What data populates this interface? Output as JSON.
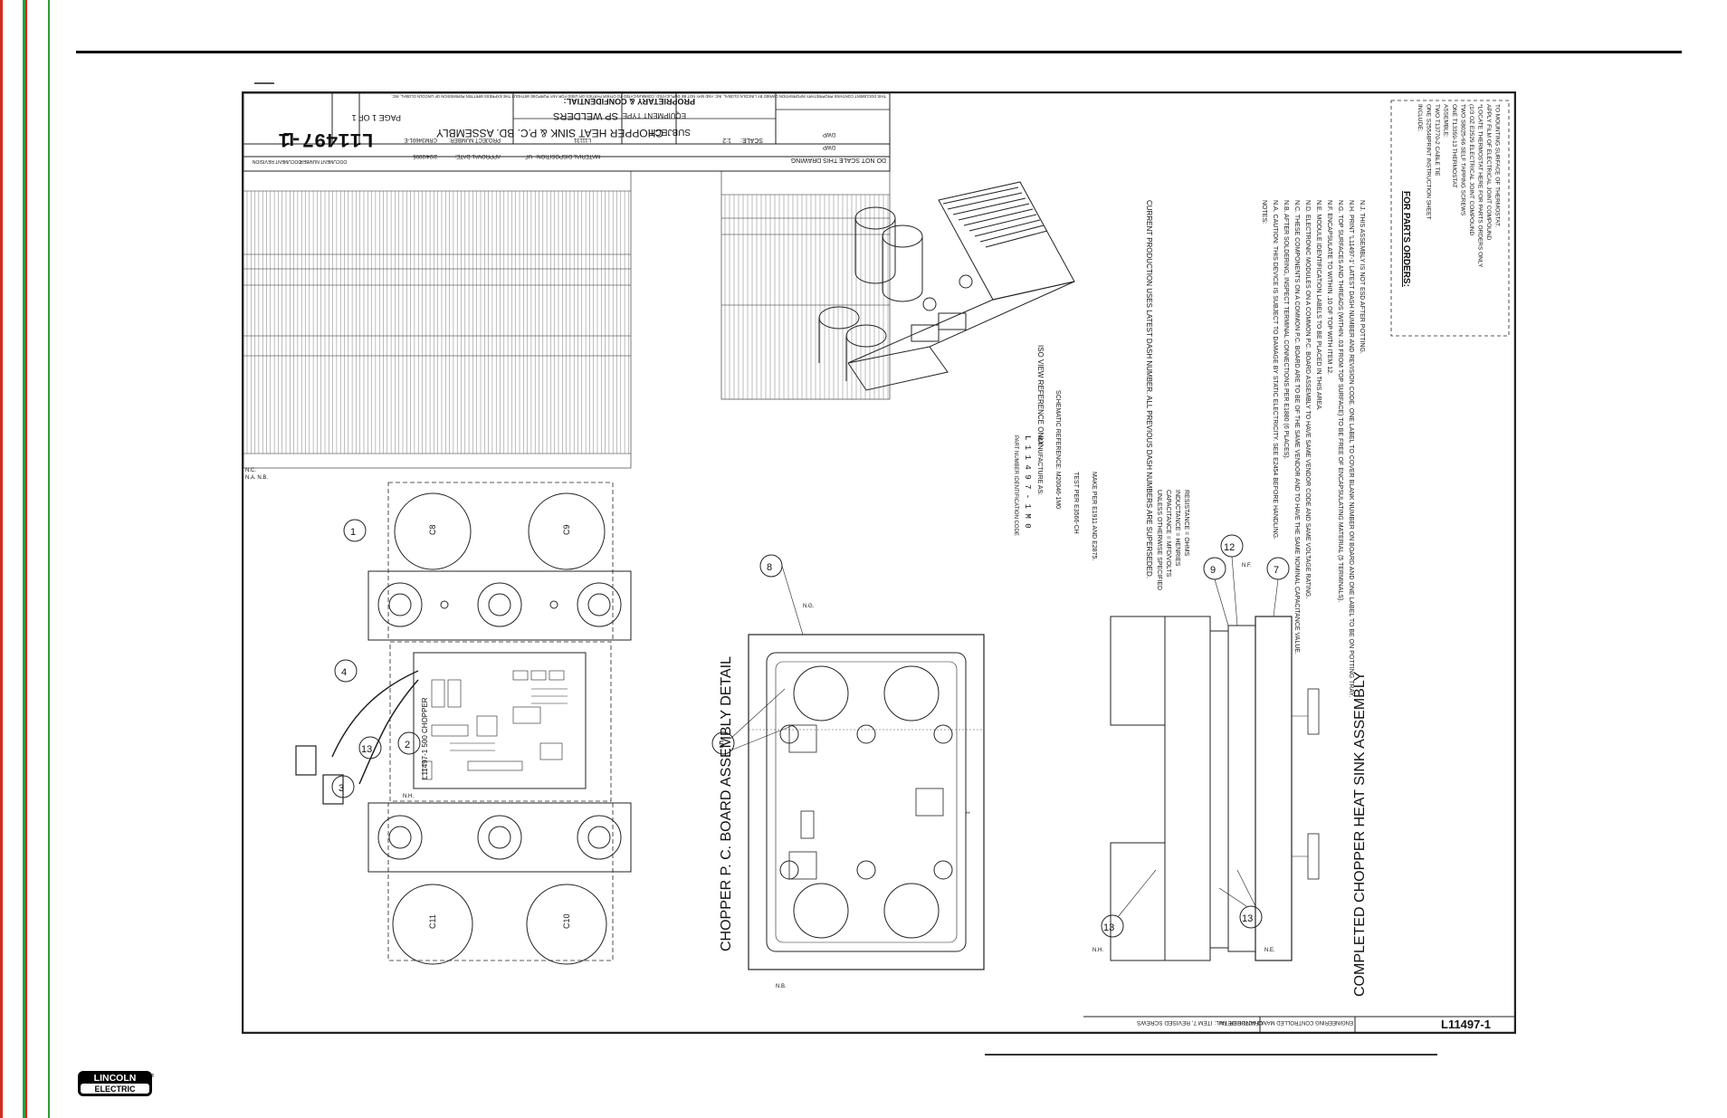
{
  "brand": {
    "line1": "LINCOLN",
    "line2": "ELECTRIC",
    "mark": "®"
  },
  "drawing": {
    "doc_number": "L11497-1",
    "bottom_doc_number": "L11497-1",
    "revision": "L",
    "page": "PAGE  1  OF  1",
    "title_block": {
      "proprietary": "PROPRIETARY & CONFIDENTIAL:",
      "proprietary_text": "THIS DOCUMENT CONTAINS PROPRIETARY INFORMATION OWNED BY LINCOLN GLOBAL, INC. AND MAY NOT BE DUPLICATED, COMMUNICATED TO OTHER PARTIES OR USED FOR ANY PURPOSE WITHOUT THE EXPRESS WRITTEN PERMISSION OF LINCOLN GLOBAL, INC.",
      "equipment_type": "SP WELDERS",
      "equipment_label": "EQUIPMENT TYPE",
      "subject_label": "SUBJECT:",
      "subject": "CHOPPER HEAT SINK & P.C. BD. ASSEMBLY",
      "scale_label": "SCALE:",
      "scale": "1:2",
      "material_label": "MATERIAL DISPOSITION:",
      "material": "UF",
      "approval_label": "APPROVAL DATE:",
      "approval": "2/24/2005",
      "project_label": "PROJECT NUMBER:",
      "project": "CRM34691-E",
      "reference": "L11131",
      "do_not_scale": "DO NOT SCALE THIS DRAWING",
      "drawn": "DWP",
      "engineer": "DWP",
      "sheet_label": "DOCUMENT NUMBER",
      "revision_label": "DOCUMENT REVISION"
    },
    "titles": {
      "detail": "CHOPPER P. C. BOARD ASSEMBLY DETAIL",
      "completed": "COMPLETED CHOPPER HEAT SINK ASSEMBLY",
      "iso": "ISO VIEW REFERENCE ONLY"
    },
    "balloons": [
      "1",
      "2",
      "3",
      "4",
      "5",
      "7",
      "8",
      "9",
      "12",
      "13",
      "13",
      "13"
    ],
    "board_label": "L11497-1 500 CHOPPER",
    "capacitors": [
      "C8",
      "C9",
      "C11",
      "C10"
    ],
    "notes": {
      "make": "MAKE PER E1911 AND E2875.",
      "test": "TEST PER E3566-CH",
      "schematic": "SCHEMATIC REFERENCE: M20046-1M0",
      "manufacture": "MANUFACTURE AS:",
      "code": "L 1 1 4 9 7 - 1 M 0",
      "code_caption": "PART NUMBER   IDENTIFICATION CODE",
      "header": "NOTES:",
      "list": [
        "N.A.  CAUTION: THIS DEVICE IS SUBJECT TO DAMAGE BY STATIC ELECTRICITY. SEE E2454 BEFORE HANDLING.",
        "N.B.  AFTER SOLDERING, INSPECT TERMINAL CONNECTIONS PER E1880 (6 PLACES).",
        "N.C.  THESE COMPONENTS ON A COMMON P.C. BOARD ARE TO BE OF THE SAME VENDOR AND TO HAVE THE SAME NOMINAL CAPACITANCE VALUE.",
        "N.D.  ELECTRONIC MODULES ON A COMMON P.C. BOARD ASSEMBLY TO HAVE SAME VENDOR CODE AND SAME VOLTAGE RATING.",
        "N.E.  MODULE IDENTIFICATION LABELS TO BE PLACED IN THIS AREA.",
        "N.F.  ENCAPSULATE TO WITHIN .10 OF TOP WITH ITEM 12.",
        "N.G.  TOP SURFACES AND THREADS (WITHIN .03 FROM TOP SURFACE) TO BE FREE OF ENCAPSULATING MATERIAL (5 TERMINALS).",
        "N.H.  PRINT 'L11497-1' LATEST DASH NUMBER AND REVISION CODE. ONE LABEL TO COVER BLANK NUMBER ON BOARD AND ONE LABEL TO BE ON POTTING TRAY.",
        "N.J.  THIS ASSEMBLY IS NOT ESD AFTER POTTING."
      ],
      "current": "CURRENT PRODUCTION USES LATEST DASH NUMBER. ALL PREVIOUS DASH NUMBERS ARE SUPERSEDED.",
      "units": [
        "UNLESS OTHERWISE SPECIFIED",
        "CAPACITANCE  = MFD/VOLTS",
        "INDUCTANCE   = HENRIES",
        "RESISTANCE   = OHMS"
      ]
    },
    "parts_orders": {
      "header": "FOR PARTS ORDERS:",
      "lines": [
        "INCLUDE:",
        "ONE S25548PRINT   INSTRUCTION SHEET",
        "TWO T13770-2      CABLE TIE",
        "ASSEMBLE:",
        "ONE T13359-13     THERMOSTAT",
        "TWO S8025-96      SELF TAPPING SCREWS",
        "(1/3 OZ E2529     ELECTRICAL JOINT COMPOUND",
        "*LOCATE THERMOSTAT HERE FOR PARTS ORDERS ONLY",
        "APPLY FILM OF ELECTRICAL JOINT COMPOUND",
        "TO MOUNTING SURFACE OF THERMOSTAT."
      ]
    },
    "change_block": {
      "engineering": "ENGINEERING CONTROLLED MANUFACTURER:  No",
      "change_detail": "CHANGE DETAIL: ITEM 7, REVISED SCREWS"
    },
    "leader_labels": [
      "N.A. N.B.",
      "N.C.",
      "N.G.",
      "N.B.",
      "N.H.",
      "N.E.",
      "N.F.",
      "**"
    ]
  }
}
